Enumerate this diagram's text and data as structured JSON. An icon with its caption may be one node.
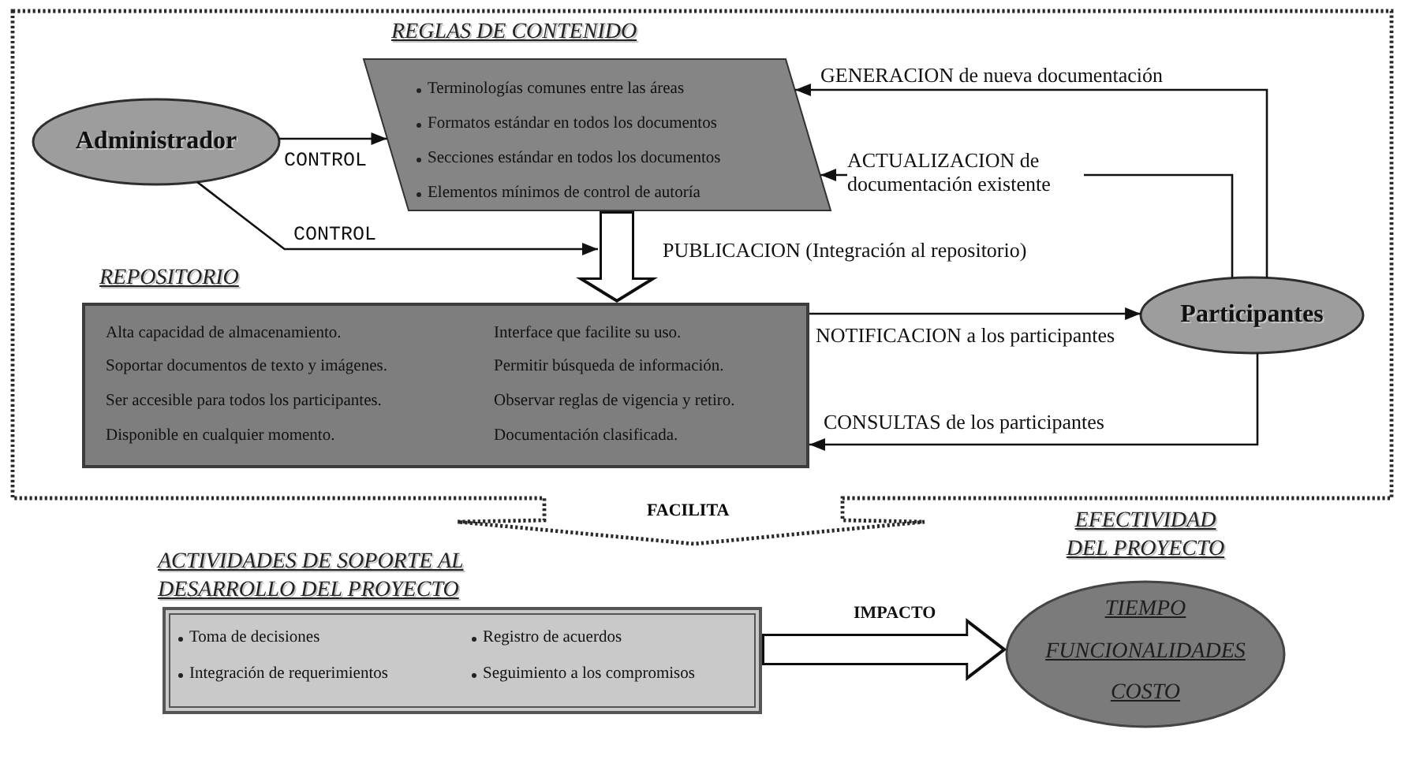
{
  "diagram": {
    "nodes": [
      {
        "text": [],
        "shape": "box",
        "beside": [
          "FACILITA"
        ]
      },
      {
        "text": [
          "Administrador"
        ],
        "in": 0
      },
      {
        "text": [
          "REGLAS DE CONTENIDO",
          "Terminologías comunes entre las áreas",
          "Formatos estándar en todos los documentos",
          "Secciones estándar en todos los documentos",
          "Elementos mínimos de control de autoría"
        ],
        "in": 0
      },
      {
        "text": [
          "REPOSITORIO",
          "Alta capacidad de almacenamiento.",
          "Interface que facilite su uso.",
          "Soportar documentos de texto y imágenes.",
          "Permitir búsqueda de información.",
          "Ser accesible para todos los participantes.",
          "Observar reglas de vigencia y retiro.",
          "Disponible en cualquier momento.",
          "Documentación clasificada."
        ],
        "in": 0
      },
      {
        "text": [
          "Participantes"
        ],
        "in": 0
      },
      {
        "text": [
          "ACTIVIDADES DE SOPORTE AL DESARROLLO DEL PROYECTO",
          "Toma de decisiones",
          "Registro de acuerdos",
          "Integración de requerimientos",
          "Seguimiento a los compromisos"
        ]
      },
      {
        "text": [
          "EFECTIVIDAD DEL PROYECTO",
          "TIEMPO",
          "FUNCIONALIDADES",
          "COSTO"
        ]
      }
    ],
    "edges": [
      {
        "from": 1,
        "to": 2,
        "arrow": "to",
        "label": "CONTROL"
      },
      {
        "from": 1,
        "to": 3,
        "arrow": "to",
        "label": "CONTROL"
      },
      {
        "from": 2,
        "to": 3,
        "arrow": "to",
        "label": "PUBLICACION (Integración al repositorio)",
        "style": "thick"
      },
      {
        "from": 4,
        "to": 2,
        "arrow": "to",
        "label": "GENERACION de nueva documentación"
      },
      {
        "from": 4,
        "to": 2,
        "arrow": "to",
        "label": "ACTUALIZACION de documentación existente"
      },
      {
        "from": 3,
        "to": 4,
        "arrow": "to",
        "label": "NOTIFICACION a los participantes"
      },
      {
        "from": 4,
        "to": 3,
        "arrow": "to",
        "label": "CONSULTAS de los participantes"
      },
      {
        "from": 5,
        "to": 6,
        "arrow": "to",
        "label": "IMPACTO",
        "style": "thick"
      }
    ]
  }
}
